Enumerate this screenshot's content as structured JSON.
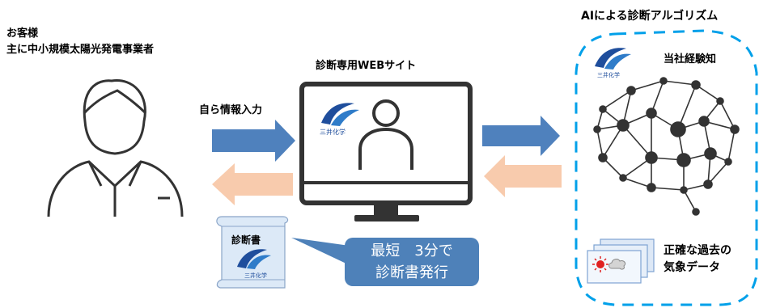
{
  "customer": {
    "title_line1": "お客様",
    "title_line2": "主に中小規模太陽光発電事業者"
  },
  "website": {
    "title": "診断専用WEBサイト"
  },
  "ai": {
    "title": "AIによる診断アルゴリズム",
    "knowledge_label": "当社経験知",
    "weather_label_line1": "正確な過去の",
    "weather_label_line2": "気象データ"
  },
  "flow": {
    "input_label": "自ら情報入力"
  },
  "certificate": {
    "title": "診断書"
  },
  "bubble": {
    "line1": "最短　3分で",
    "line2": "診断書発行"
  },
  "brand": {
    "name": "三井化学"
  },
  "colors": {
    "arrow_blue": "#4f81bd",
    "arrow_peach": "#f8cbad",
    "dashed_border": "#00a0e9",
    "bubble_fill": "#4e81b9"
  }
}
